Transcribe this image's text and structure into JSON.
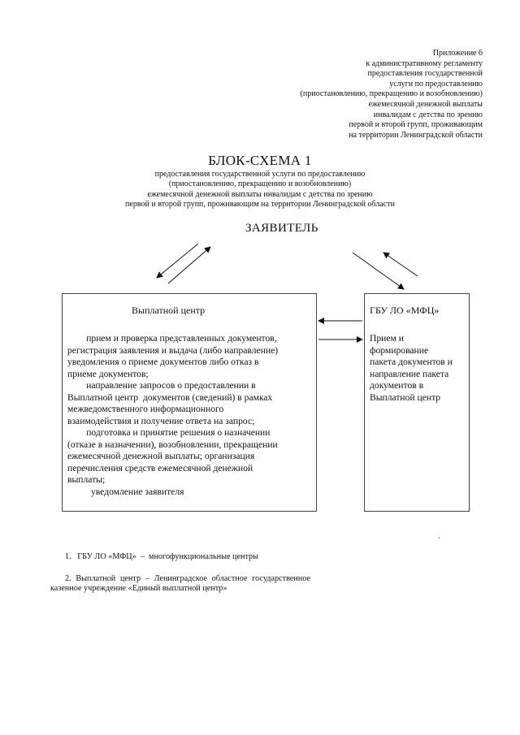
{
  "appendix": {
    "lines": [
      "Приложение 6",
      "к административному регламенту",
      "предоставления государственной",
      "услуги по предоставлению",
      "(приостановлению, прекращению и возобновлению)",
      "ежемесячной денежной выплаты",
      "инвалидам с детства по зрению",
      "первой и второй групп, проживающим",
      "на территории Ленинградской области"
    ]
  },
  "scheme": {
    "title": "БЛОК-СХЕМА 1",
    "subtitle_lines": [
      "предоставления государственной услуги по предоставлению",
      "(приостановлению, прекращению и возобновлению)",
      "ежемесячной денежной выплаты инвалидам с детства по зрению",
      "первой и второй групп, проживающим на территории Ленинградской области"
    ]
  },
  "applicant": {
    "label": "ЗАЯВИТЕЛЬ"
  },
  "payment_center": {
    "title": "Выплатной центр",
    "lines": [
      "        прием и проверка представленных документов,",
      "регистрация заявления и выдача (либо направление)",
      "уведомления о приеме документов либо отказ в",
      "приеме документов;",
      "        направление запросов о предоставлении в",
      "Выплатной центр  документов (сведений) в рамках",
      "межведомственного информационного",
      "взаимодействия и получение ответа на запрос;",
      "        подготовка и принятие решения о назначении",
      "(отказе в назначении), возобновлении, прекращении",
      "ежемесячной денежной выплаты; организация",
      "перечисления средств ежемесячной денежной",
      "выплаты;",
      "          уведомление заявителя"
    ]
  },
  "mfc": {
    "title": "ГБУ ЛО «МФЦ»",
    "lines": [
      "Прием и",
      "формирование",
      "пакета документов и",
      "направление пакета",
      "документов в",
      "Выплатной центр"
    ]
  },
  "footnote_mark": ".",
  "notes": {
    "n1": "1.   ГБУ ЛО «МФЦ»  –  многофункциональные центры",
    "n2": "2.   Выплатной центр – Ленинградское областное государственное казенное учреждение «Единый выплатной центр»"
  }
}
